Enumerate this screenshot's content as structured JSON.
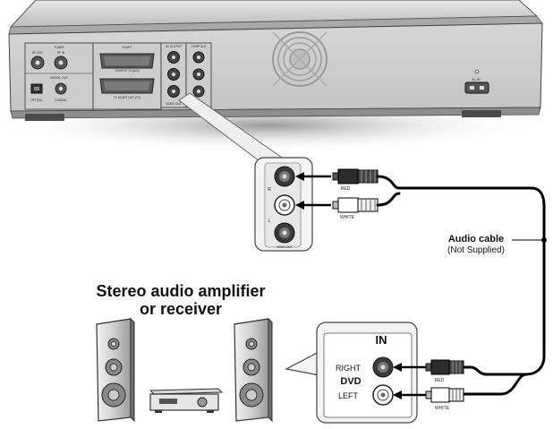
{
  "dvd_panel": {
    "tuner": "TUNER",
    "rf_out": "RF OUT",
    "rf_in": "RF IN",
    "digital_out": "DIGITAL OUT",
    "optical": "OPTICAL",
    "coaxial": "COAXIAL",
    "scart": "SCART",
    "scart_top": "TV/INPUT IN (AV2)",
    "scart_bottom": "TV SCART OUT (TV)",
    "av_output": "AV OUTPUT",
    "comp_out": "COMP OUT",
    "video_out_small": "VIDEO OUT",
    "ac_in": "AC IN ~"
  },
  "zoom_inset": {
    "r": "R",
    "l": "L",
    "video_out": "VIDEO OUT"
  },
  "top_plugs": {
    "red": "RED",
    "white": "WHITE"
  },
  "cable": {
    "title": "Audio cable",
    "note": "(Not Supplied)"
  },
  "amplifier": {
    "title_line1": "Stereo audio amplifier",
    "title_line2": "or receiver"
  },
  "amp_box": {
    "in": "IN",
    "right": "RIGHT",
    "dvd": "DVD",
    "left": "LEFT"
  },
  "bottom_plugs": {
    "red": "RED",
    "white": "WHITE"
  }
}
